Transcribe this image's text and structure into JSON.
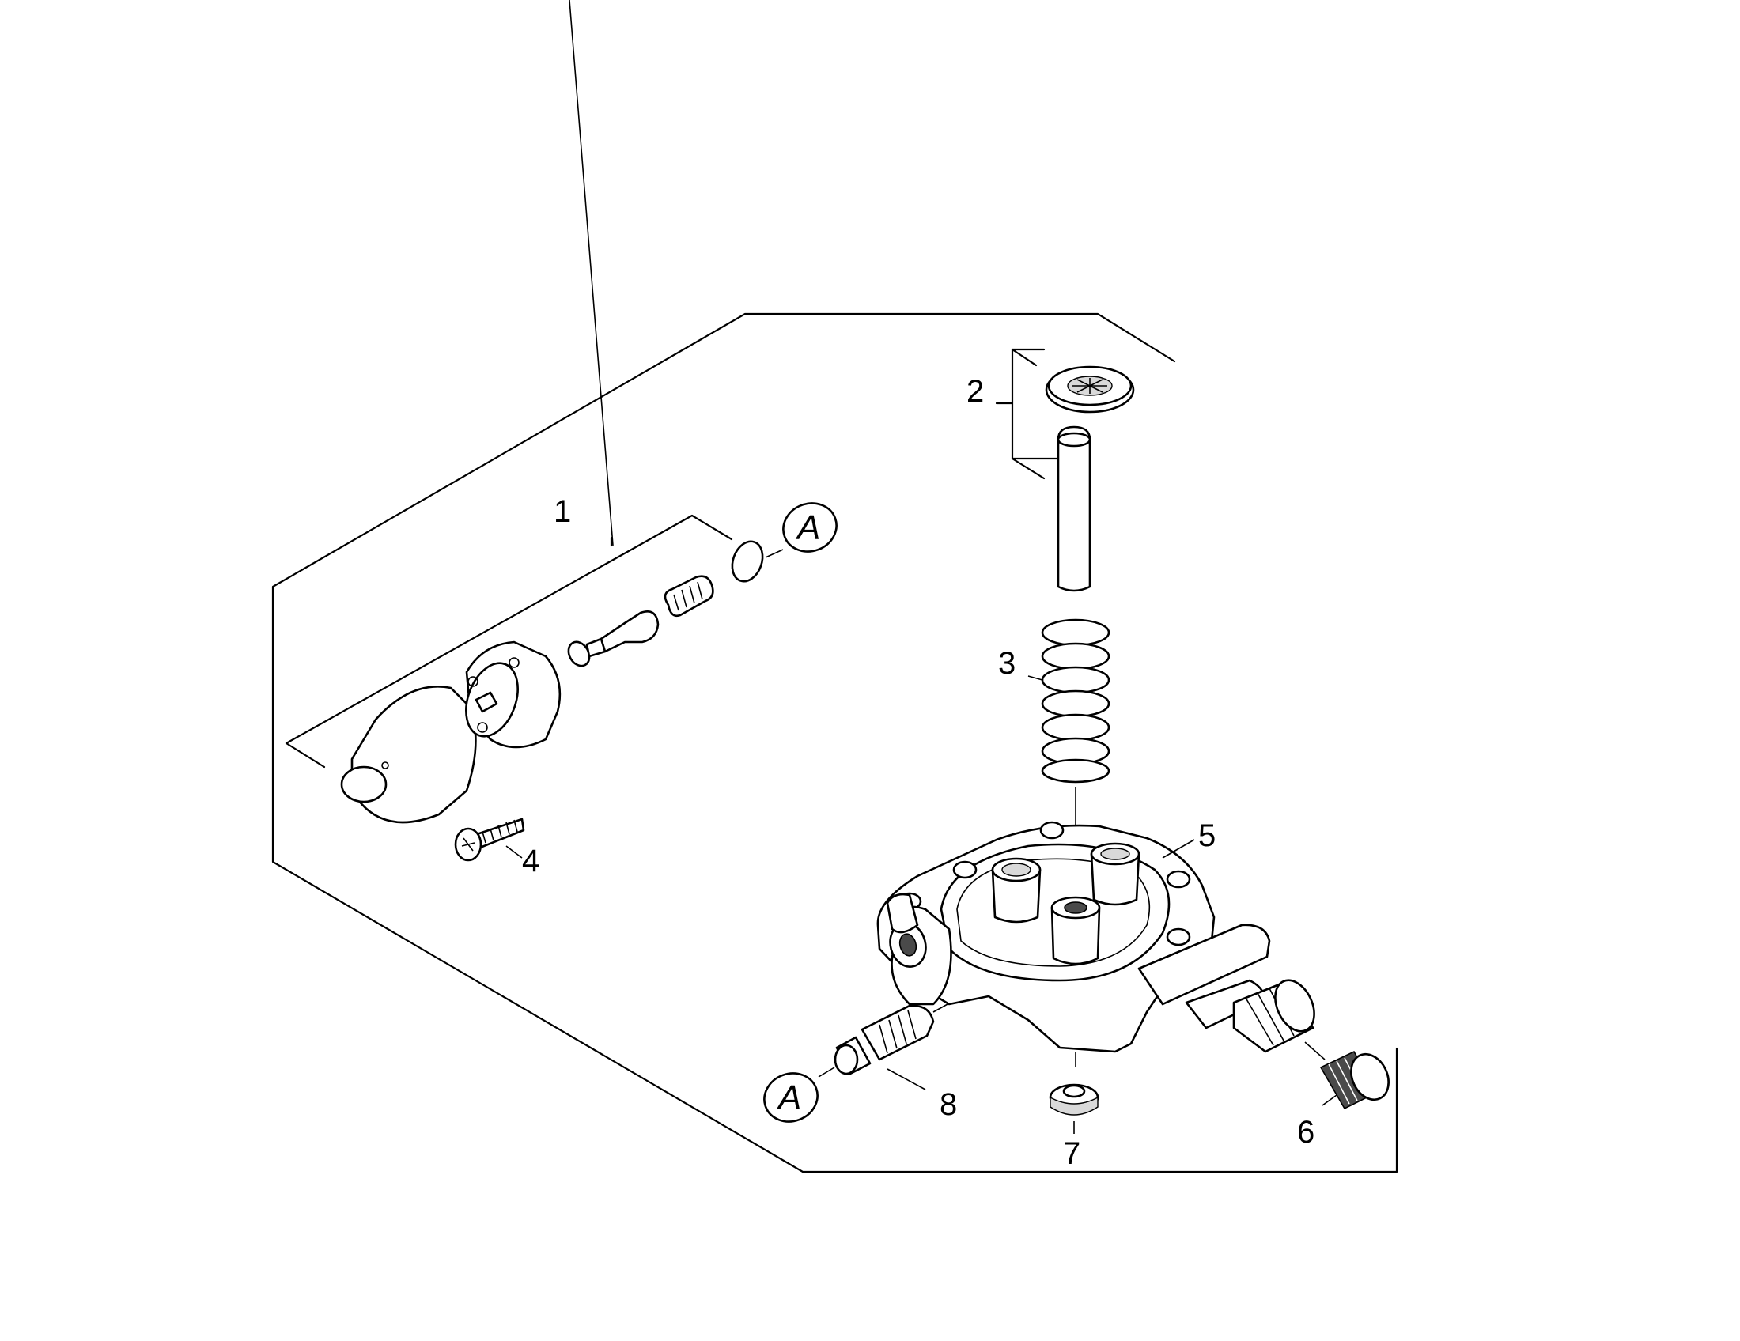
{
  "callouts": {
    "p1": "1",
    "p2": "2",
    "p3": "3",
    "p4": "4",
    "p5": "5",
    "p6": "6",
    "p7": "7",
    "p8": "8"
  },
  "references": {
    "ref_top": "A",
    "ref_bottom": "A"
  },
  "colors": {
    "line": "#000000",
    "background": "#ffffff"
  }
}
